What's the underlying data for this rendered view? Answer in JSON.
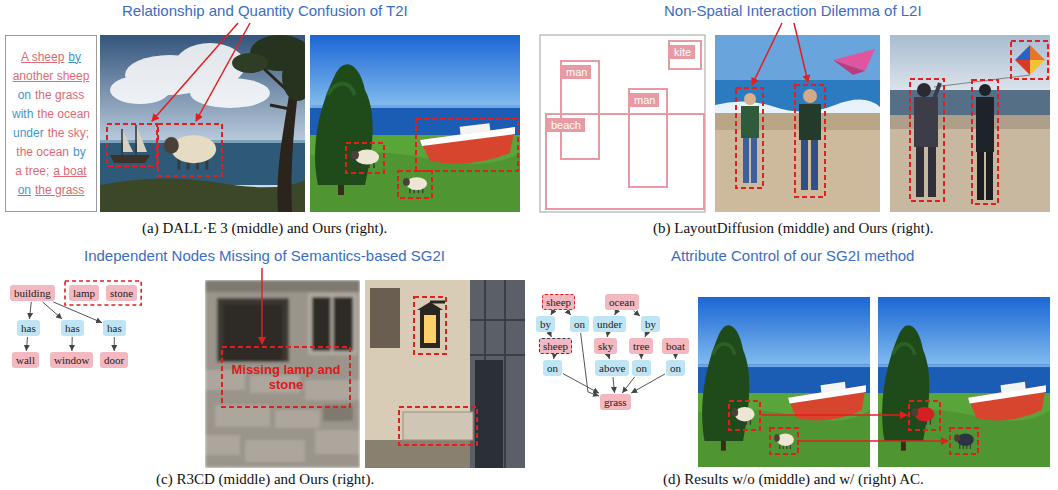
{
  "diagram": {
    "nodes": [
      {
        "text": [
          "A sheep",
          "by",
          "another sheep",
          "on",
          "the grass",
          "with",
          "the ocean",
          "under",
          "the sky;",
          "the ocean",
          "by",
          "a tree;",
          "a boat",
          "on",
          "the grass"
        ]
      },
      {
        "text": [
          "man"
        ]
      },
      {
        "text": [
          "kite"
        ]
      },
      {
        "text": [
          "man"
        ]
      },
      {
        "text": [
          "beach"
        ]
      },
      {
        "text": [
          "building"
        ]
      },
      {
        "text": [
          "lamp"
        ]
      },
      {
        "text": [
          "stone"
        ]
      },
      {
        "text": [
          "has"
        ]
      },
      {
        "text": [
          "has"
        ]
      },
      {
        "text": [
          "has"
        ]
      },
      {
        "text": [
          "wall"
        ]
      },
      {
        "text": [
          "window"
        ]
      },
      {
        "text": [
          "door"
        ]
      },
      {
        "text": [
          "sheep"
        ]
      },
      {
        "text": [
          "ocean"
        ]
      },
      {
        "text": [
          "by"
        ]
      },
      {
        "text": [
          "on"
        ]
      },
      {
        "text": [
          "under"
        ]
      },
      {
        "text": [
          "by"
        ]
      },
      {
        "text": [
          "sheep"
        ]
      },
      {
        "text": [
          "sky"
        ]
      },
      {
        "text": [
          "tree"
        ]
      },
      {
        "text": [
          "boat"
        ]
      },
      {
        "text": [
          "on"
        ]
      },
      {
        "text": [
          "above"
        ]
      },
      {
        "text": [
          "on"
        ]
      },
      {
        "text": [
          "on"
        ]
      },
      {
        "text": [
          "grass"
        ]
      }
    ],
    "edges": [
      {
        "from": 5,
        "to": 8,
        "arrow": "to"
      },
      {
        "from": 5,
        "to": 9,
        "arrow": "to"
      },
      {
        "from": 5,
        "to": 10,
        "arrow": "to"
      },
      {
        "from": 8,
        "to": 11,
        "arrow": "to"
      },
      {
        "from": 9,
        "to": 12,
        "arrow": "to"
      },
      {
        "from": 10,
        "to": 13,
        "arrow": "to"
      },
      {
        "from": 14,
        "to": 16,
        "arrow": "to"
      },
      {
        "from": 14,
        "to": 17,
        "arrow": "to"
      },
      {
        "from": 15,
        "to": 18,
        "arrow": "to"
      },
      {
        "from": 15,
        "to": 19,
        "arrow": "to"
      },
      {
        "from": 16,
        "to": 20,
        "arrow": "to"
      },
      {
        "from": 18,
        "to": 21,
        "arrow": "to"
      },
      {
        "from": 19,
        "to": 22,
        "arrow": "to"
      },
      {
        "from": 20,
        "to": 24,
        "arrow": "to"
      },
      {
        "from": 24,
        "to": 28,
        "arrow": "to"
      },
      {
        "from": 17,
        "to": 28,
        "arrow": "to"
      },
      {
        "from": 21,
        "to": 25,
        "arrow": "to"
      },
      {
        "from": 25,
        "to": 28,
        "arrow": "to"
      },
      {
        "from": 22,
        "to": 26,
        "arrow": "to"
      },
      {
        "from": 26,
        "to": 28,
        "arrow": "to"
      },
      {
        "from": 23,
        "to": 27,
        "arrow": "to"
      },
      {
        "from": 27,
        "to": 28,
        "arrow": "to"
      }
    ],
    "labels": [
      "Relationship and Quantity Confusion of T2I",
      "Non-Spatial Interaction Dilemma of L2I",
      "(a) DALL·E 3 (middle) and Ours (right).",
      "(b) LayoutDiffusion (middle) and Ours (right).",
      "Independent Nodes Missing of Semantics-based SG2I",
      "Attribute Control of our SG2I method",
      "Missing lamp and stone",
      "(c) R3CD (middle) and Ours (right).",
      "(d) Results w/o (middle) and w/ (right) AC."
    ]
  }
}
